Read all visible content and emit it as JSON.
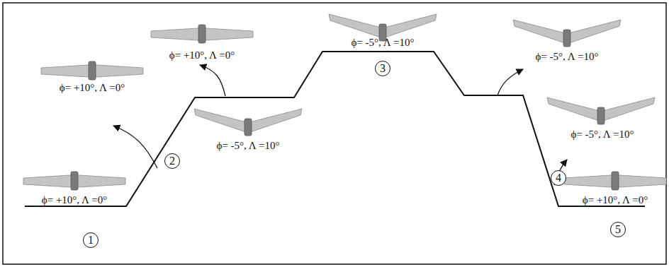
{
  "diagram": {
    "labels": [
      "ϕ= +10°, Λ =0°",
      "ϕ= -5°, Λ =10°",
      "ϕ= -5°, Λ =10°",
      "ϕ= +10°, Λ =0°",
      "ϕ= -5°, Λ =10°",
      "ϕ= -5°, Λ =10°",
      "ϕ= +10°, Λ =0°",
      "ϕ= +10°, Λ =0°",
      "1",
      "2",
      "3",
      "4",
      "5"
    ]
  }
}
